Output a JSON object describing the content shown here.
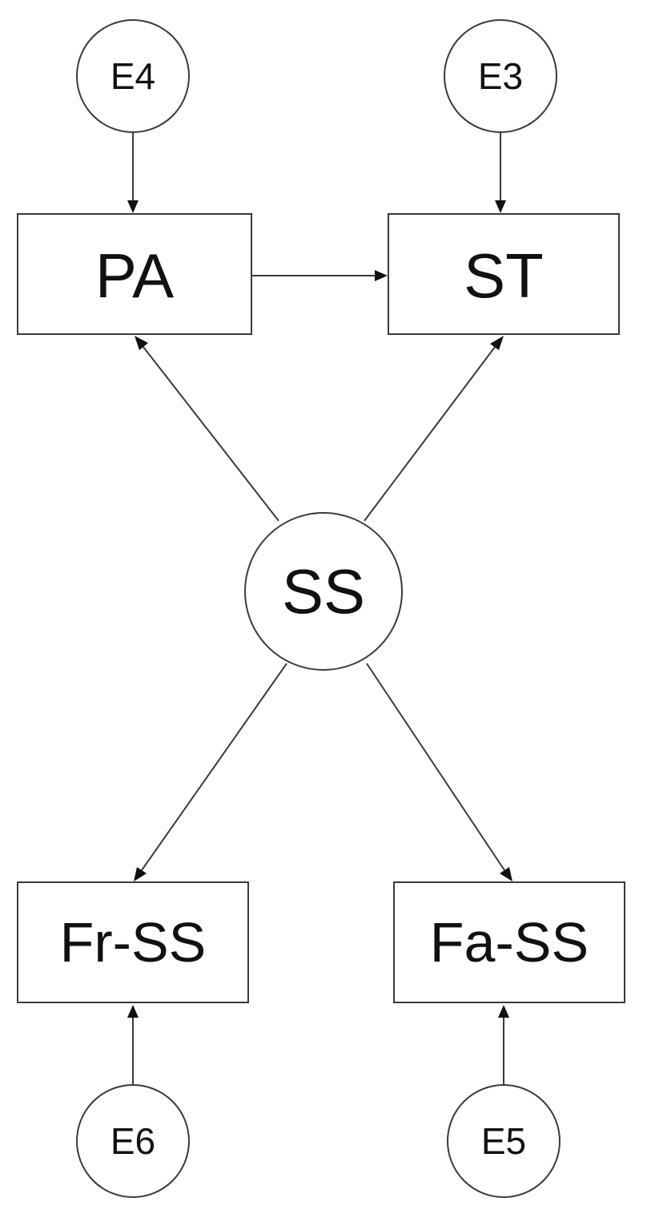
{
  "diagram": {
    "nodes": {
      "E4": {
        "label": "E4",
        "shape": "circle"
      },
      "E3": {
        "label": "E3",
        "shape": "circle"
      },
      "PA": {
        "label": "PA",
        "shape": "rect"
      },
      "ST": {
        "label": "ST",
        "shape": "rect"
      },
      "SS": {
        "label": "SS",
        "shape": "circle"
      },
      "FrSS": {
        "label": "Fr-SS",
        "shape": "rect"
      },
      "FaSS": {
        "label": "Fa-SS",
        "shape": "rect"
      },
      "E6": {
        "label": "E6",
        "shape": "circle"
      },
      "E5": {
        "label": "E5",
        "shape": "circle"
      }
    },
    "edges": [
      {
        "from": "E4",
        "to": "PA"
      },
      {
        "from": "E3",
        "to": "ST"
      },
      {
        "from": "PA",
        "to": "ST"
      },
      {
        "from": "SS",
        "to": "PA"
      },
      {
        "from": "SS",
        "to": "ST"
      },
      {
        "from": "SS",
        "to": "FrSS"
      },
      {
        "from": "SS",
        "to": "FaSS"
      },
      {
        "from": "E6",
        "to": "FrSS"
      },
      {
        "from": "E5",
        "to": "FaSS"
      }
    ]
  }
}
